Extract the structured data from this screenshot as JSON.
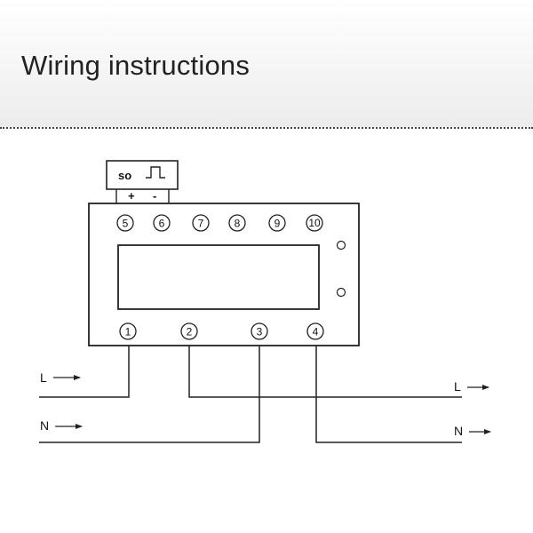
{
  "header": {
    "title": "Wiring instructions"
  },
  "so_module": {
    "label": "so",
    "plus": "+",
    "minus": "-"
  },
  "terminals_top": [
    "5",
    "6",
    "7",
    "8",
    "9",
    "10"
  ],
  "terminals_bottom": [
    "1",
    "2",
    "3",
    "4"
  ],
  "line_labels": {
    "input_live": "L",
    "input_neutral": "N",
    "output_live": "L",
    "output_neutral": "N"
  }
}
